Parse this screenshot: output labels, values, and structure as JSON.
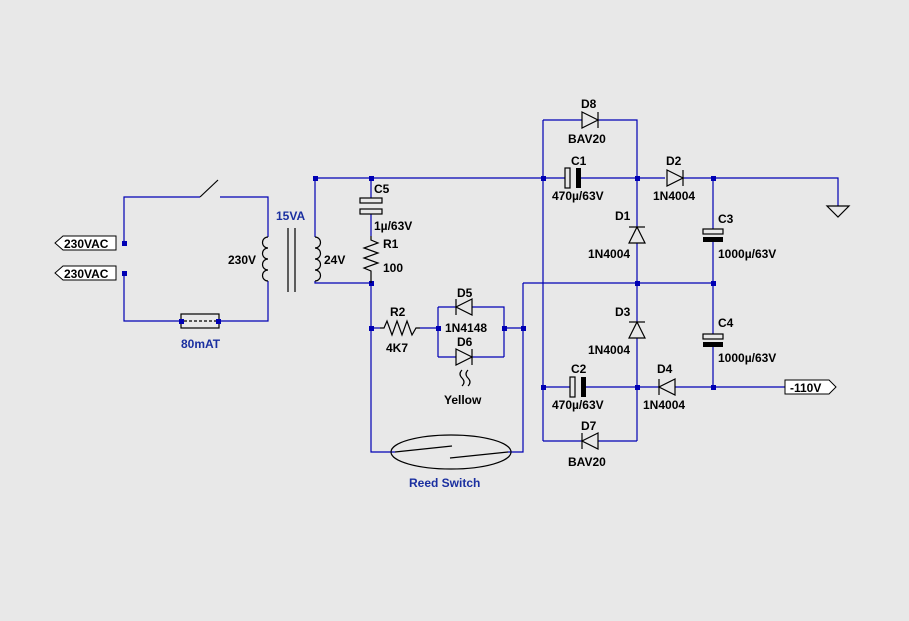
{
  "ports": {
    "in1": "230VAC",
    "in2": "230VAC",
    "out": "-110V"
  },
  "transformer": {
    "rating": "15VA",
    "primary": "230V",
    "secondary": "24V"
  },
  "fuse": {
    "value": "80mAT"
  },
  "components": {
    "c5": {
      "name": "C5",
      "value": "1µ/63V"
    },
    "r1": {
      "name": "R1",
      "value": "100"
    },
    "r2": {
      "name": "R2",
      "value": "4K7"
    },
    "d5": {
      "name": "D5",
      "value": "1N4148"
    },
    "d6": {
      "name": "D6",
      "value": "Yellow"
    },
    "d8": {
      "name": "D8",
      "value": "BAV20"
    },
    "d7": {
      "name": "D7",
      "value": "BAV20"
    },
    "c1": {
      "name": "C1",
      "value": "470µ/63V"
    },
    "c2": {
      "name": "C2",
      "value": "470µ/63V"
    },
    "d1": {
      "name": "D1",
      "value": "1N4004"
    },
    "d2": {
      "name": "D2",
      "value": "1N4004"
    },
    "d3": {
      "name": "D3",
      "value": "1N4004"
    },
    "d4": {
      "name": "D4",
      "value": "1N4004"
    },
    "c3": {
      "name": "C3",
      "value": "1000µ/63V"
    },
    "c4": {
      "name": "C4",
      "value": "1000µ/63V"
    }
  },
  "reed_switch": {
    "label": "Reed Switch"
  },
  "colors": {
    "wire": "#0000b4",
    "component": "#000000",
    "label_blue": "#1a2fa0",
    "background": "#e8e8e8"
  }
}
